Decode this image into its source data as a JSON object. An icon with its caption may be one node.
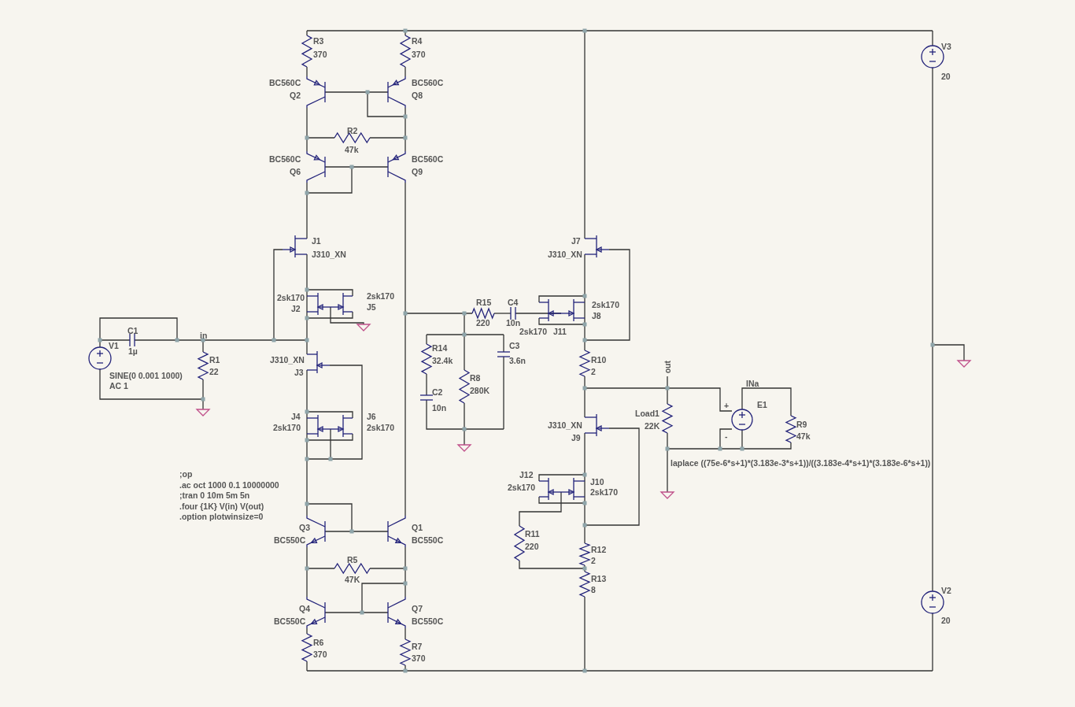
{
  "diagram": {
    "labels": [
      "R3",
      "370",
      "R4",
      "370",
      "V3",
      "BC560C",
      "Q2",
      "BC560C",
      "Q8",
      "20",
      "R2",
      "47k",
      "BC560C",
      "Q6",
      "BC560C",
      "Q9",
      "J1",
      "J310_XN",
      "J7",
      "J310_XN",
      "2sk170",
      "J2",
      "2sk170",
      "J5",
      "R15",
      "C4",
      "2sk170",
      "J8",
      "220",
      "10n",
      "2sk170",
      "J11",
      "C1",
      "in",
      "V1",
      "1µ",
      "C3",
      "R14",
      "R1",
      "22",
      "32.4k",
      "3.6n",
      "J310_XN",
      "J3",
      "R10",
      "2",
      "SINE(0 0.001 1000)",
      "AC 1",
      "out",
      "INa",
      "R8",
      "280K",
      "C2",
      "E1",
      "+",
      "10n",
      "Load1",
      "R9",
      "J4",
      "J6",
      "J310_XN",
      "2sk170",
      "2sk170",
      "22K",
      "47k",
      "-",
      "J9",
      "laplace ((75e-6*s+1)*(3.183e-3*s+1))/((3.183e-4*s+1)*(3.183e-6*s+1))",
      ";op",
      ".ac oct 1000 0.1 10000000",
      ";tran 0 10m 5m 5n",
      ".four {1K} V(in) V(out)",
      ".option plotwinsize=0",
      "J12",
      "J10",
      "2sk170",
      "2sk170",
      "R11",
      "220",
      "R12",
      "2",
      "R13",
      "8",
      "Q3",
      "Q1",
      "BC550C",
      "BC550C",
      "R5",
      "47K",
      "V2",
      "20",
      "Q4",
      "Q7",
      "BC550C",
      "BC550C",
      "R6",
      "370",
      "R7",
      "370"
    ]
  }
}
